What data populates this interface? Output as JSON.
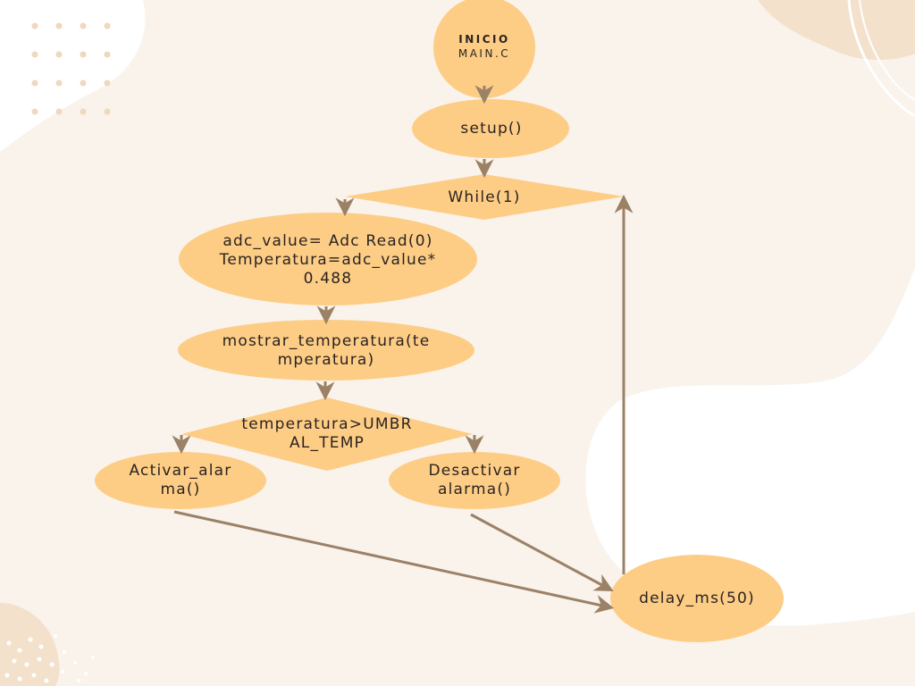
{
  "diagram": {
    "start": {
      "title": "INICIO",
      "subtitle": "MAIN.C"
    },
    "setup": "setup()",
    "loop": "While(1)",
    "read": "adc_value= Adc Read(0)\nTemperatura=adc_value*\n0.488",
    "show": "mostrar_temperatura(te\nmperatura)",
    "condition": "temperatura>UMBR\nAL_TEMP",
    "alarm_on": "Activar_alar\nma()",
    "alarm_off": "Desactivar\nalarma()",
    "delay": "delay_ms(50)"
  },
  "colors": {
    "background": "#f9f3ec",
    "blob_light": "#f3e1cc",
    "blob_white": "#ffffff",
    "node_fill": "#fdcd86",
    "arrow": "#9b8166",
    "dots": "#efd8bd"
  }
}
